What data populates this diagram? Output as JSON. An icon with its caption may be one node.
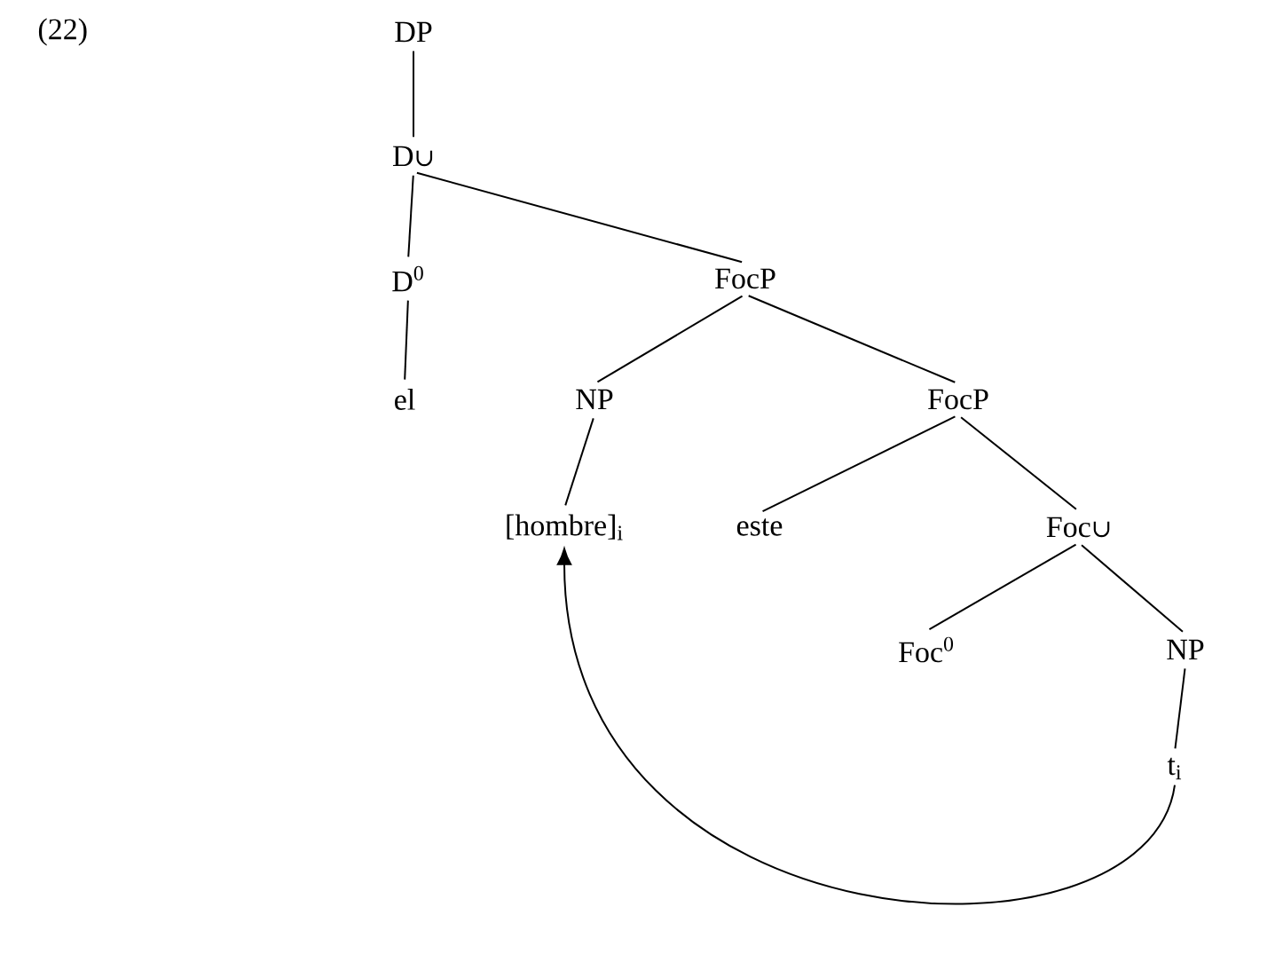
{
  "diagram": {
    "nodes": [
      {
        "text": [
          "DP"
        ]
      },
      {
        "text": [
          "D∪"
        ]
      },
      {
        "text": [
          "D$^{0}$"
        ]
      },
      {
        "text": [
          "FocP"
        ]
      },
      {
        "text": [
          "el"
        ]
      },
      {
        "text": [
          "NP"
        ]
      },
      {
        "text": [
          "FocP"
        ]
      },
      {
        "text": [
          "[hombre]$_{i}$"
        ]
      },
      {
        "text": [
          "este"
        ]
      },
      {
        "text": [
          "Foc∪"
        ]
      },
      {
        "text": [
          "Foc$^{0}$"
        ]
      },
      {
        "text": [
          "NP"
        ]
      },
      {
        "text": [
          "t$_{i}$"
        ]
      }
    ],
    "edges": [
      {
        "from": 0,
        "to": 1,
        "arrow": "none"
      },
      {
        "from": 1,
        "to": 2,
        "arrow": "none"
      },
      {
        "from": 1,
        "to": 3,
        "arrow": "none"
      },
      {
        "from": 2,
        "to": 4,
        "arrow": "none"
      },
      {
        "from": 3,
        "to": 5,
        "arrow": "none"
      },
      {
        "from": 3,
        "to": 6,
        "arrow": "none"
      },
      {
        "from": 5,
        "to": 7,
        "arrow": "none"
      },
      {
        "from": 6,
        "to": 8,
        "arrow": "none"
      },
      {
        "from": 6,
        "to": 9,
        "arrow": "none"
      },
      {
        "from": 9,
        "to": 10,
        "arrow": "none"
      },
      {
        "from": 9,
        "to": 11,
        "arrow": "none"
      },
      {
        "from": 11,
        "to": 12,
        "arrow": "none"
      },
      {
        "from": 12,
        "to": 7,
        "arrow": "to"
      }
    ],
    "labels": [
      "(22)"
    ]
  }
}
